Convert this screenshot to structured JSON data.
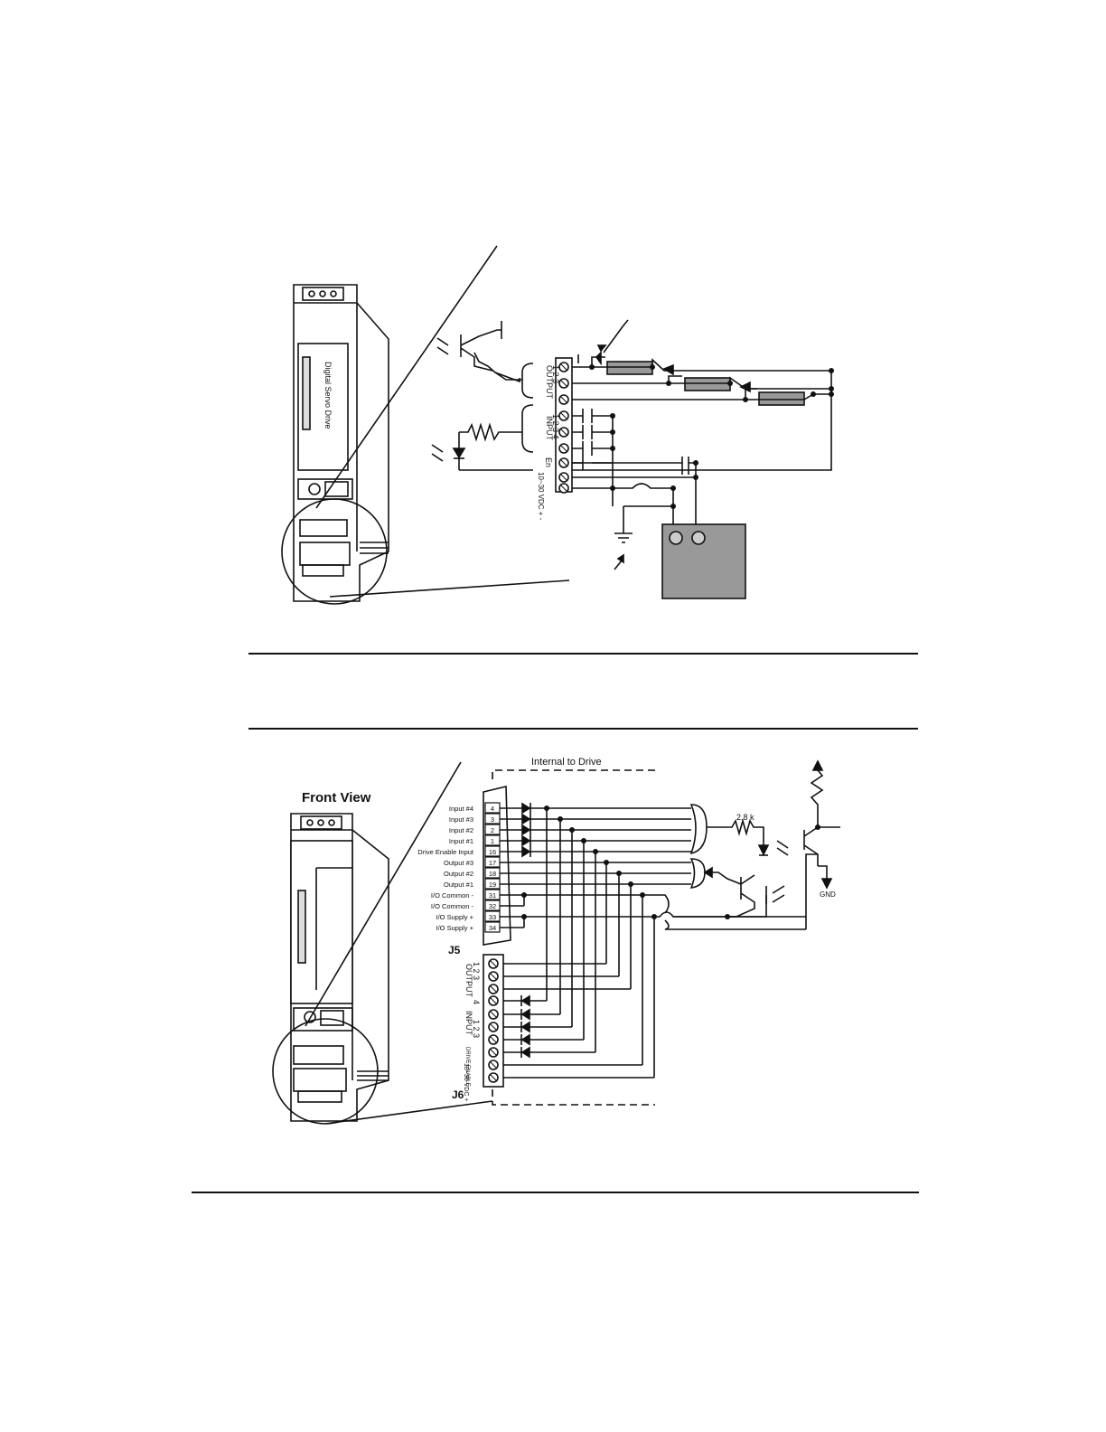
{
  "front_view_title": "Front View",
  "internal_label": "Internal to Drive",
  "resistor_value": "2.8 k",
  "gnd_label": "GND",
  "connector_j5": "J5",
  "connector_j6": "J6",
  "j5_pins": [
    {
      "label": "Input #4",
      "pin": "4"
    },
    {
      "label": "Input #3",
      "pin": "3"
    },
    {
      "label": "Input #2",
      "pin": "2"
    },
    {
      "label": "Input #1",
      "pin": "1"
    },
    {
      "label": "Drive Enable Input",
      "pin": "16"
    },
    {
      "label": "Output #3",
      "pin": "17"
    },
    {
      "label": "Output #2",
      "pin": "18"
    },
    {
      "label": "Output #1",
      "pin": "19"
    },
    {
      "label": "I/O Common -",
      "pin": "31"
    },
    {
      "label": "I/O Common -",
      "pin": "32"
    },
    {
      "label": "I/O Supply +",
      "pin": "33"
    },
    {
      "label": "I/O Supply +",
      "pin": "34"
    }
  ],
  "top_terminal_groups": {
    "output": "OUTPUT",
    "output_nums": "1  2  3",
    "input": "INPUT",
    "input_nums": "1  2  3  4",
    "en": "En",
    "supply": "10~30\nVDC\n+ -"
  },
  "bottom_terminal_groups": {
    "output": "OUTPUT",
    "output_nums": "1  2  3",
    "input": "INPUT",
    "input_nums": "1  2  3",
    "en": "DRIVE ENABLE",
    "supply": "10~30\nVDC\n+ -",
    "four": "4"
  }
}
